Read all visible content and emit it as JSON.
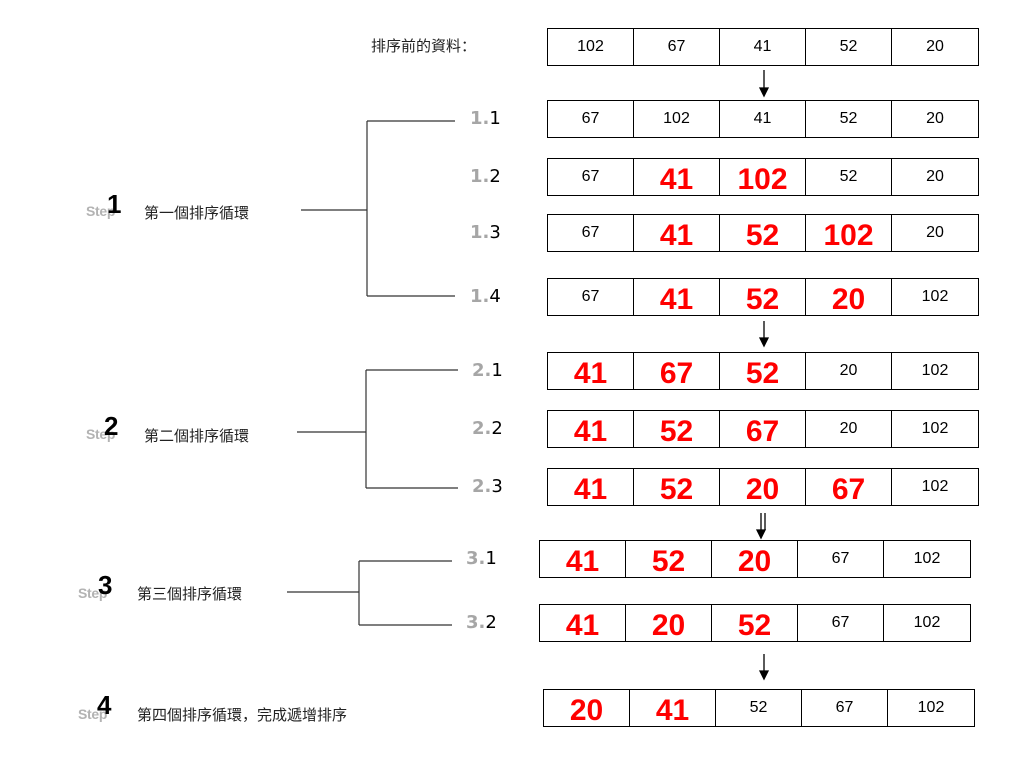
{
  "before_label": "排序前的資料：",
  "initial_row": [
    "102",
    "67",
    "41",
    "52",
    "20"
  ],
  "step_word": "Step",
  "steps": [
    {
      "number": "1",
      "description": "第一個排序循環",
      "substeps": [
        {
          "major": "1",
          "minor": "1",
          "cells": [
            "67",
            "102",
            "41",
            "52",
            "20"
          ],
          "highlight": [
            false,
            false,
            false,
            false,
            false
          ]
        },
        {
          "major": "1",
          "minor": "2",
          "cells": [
            "67",
            "41",
            "102",
            "52",
            "20"
          ],
          "highlight": [
            false,
            true,
            true,
            false,
            false
          ]
        },
        {
          "major": "1",
          "minor": "3",
          "cells": [
            "67",
            "41",
            "52",
            "102",
            "20"
          ],
          "highlight": [
            false,
            true,
            true,
            true,
            false
          ]
        },
        {
          "major": "1",
          "minor": "4",
          "cells": [
            "67",
            "41",
            "52",
            "20",
            "102"
          ],
          "highlight": [
            false,
            true,
            true,
            true,
            false
          ]
        }
      ]
    },
    {
      "number": "2",
      "description": "第二個排序循環",
      "substeps": [
        {
          "major": "2",
          "minor": "1",
          "cells": [
            "41",
            "67",
            "52",
            "20",
            "102"
          ],
          "highlight": [
            true,
            true,
            true,
            false,
            false
          ]
        },
        {
          "major": "2",
          "minor": "2",
          "cells": [
            "41",
            "52",
            "67",
            "20",
            "102"
          ],
          "highlight": [
            true,
            true,
            true,
            false,
            false
          ]
        },
        {
          "major": "2",
          "minor": "3",
          "cells": [
            "41",
            "52",
            "20",
            "67",
            "102"
          ],
          "highlight": [
            true,
            true,
            true,
            true,
            false
          ]
        }
      ]
    },
    {
      "number": "3",
      "description": "第三個排序循環",
      "substeps": [
        {
          "major": "3",
          "minor": "1",
          "cells": [
            "41",
            "52",
            "20",
            "67",
            "102"
          ],
          "highlight": [
            true,
            true,
            true,
            false,
            false
          ]
        },
        {
          "major": "3",
          "minor": "2",
          "cells": [
            "41",
            "20",
            "52",
            "67",
            "102"
          ],
          "highlight": [
            true,
            true,
            true,
            false,
            false
          ]
        }
      ]
    },
    {
      "number": "4",
      "description": "第四個排序循環，完成遞增排序",
      "final_row": {
        "cells": [
          "20",
          "41",
          "52",
          "67",
          "102"
        ],
        "highlight": [
          true,
          true,
          false,
          false,
          false
        ]
      }
    }
  ],
  "colors": {
    "highlight": "#ff0000",
    "step_word": "#b3b3b3",
    "substep_major": "#a6a6a6",
    "border": "#000000"
  }
}
